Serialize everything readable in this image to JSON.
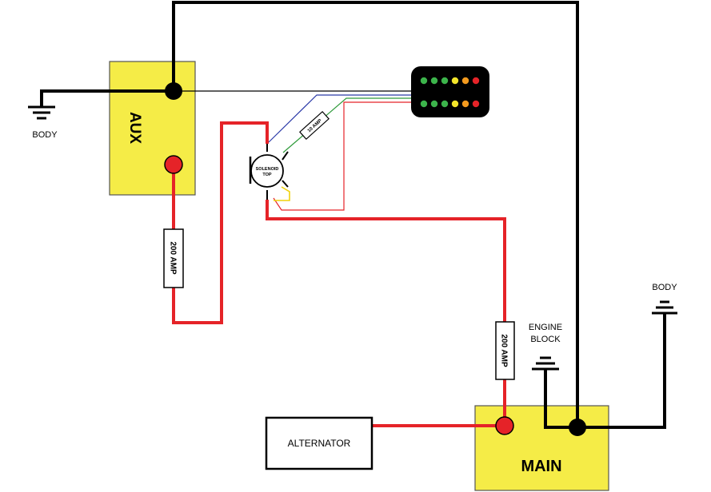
{
  "colors": {
    "battery_fill": "#f5ec47",
    "positive_wire": "#e52328",
    "ground_wire": "#000000",
    "signal_blue": "#2b3aa8",
    "signal_green": "#2e9a3a",
    "signal_yellow": "#f0d20a",
    "signal_red": "#e52328",
    "led_green": "#3cb44b",
    "led_yellow": "#f3e52a",
    "led_orange": "#f39a1e",
    "led_red": "#e52328"
  },
  "aux_battery": {
    "label": "AUX"
  },
  "main_battery": {
    "label": "MAIN"
  },
  "alternator": {
    "label": "ALTERNATOR"
  },
  "fuse_aux": {
    "label": "200 AMP"
  },
  "fuse_main": {
    "label": "200 AMP"
  },
  "inline_fuse": {
    "label": "10 AMP"
  },
  "solenoid": {
    "line1": "SOLENOID",
    "line2": "TOP"
  },
  "ground_body_left": {
    "label": "BODY"
  },
  "ground_body_right": {
    "label": "BODY"
  },
  "ground_engine": {
    "line1": "ENGINE",
    "line2": "BLOCK"
  },
  "indicator": {
    "top_row": [
      "led-green",
      "led-green",
      "led-green",
      "led-yellow",
      "led-orange",
      "led-red"
    ],
    "bottom_row": [
      "led-green",
      "led-green",
      "led-green",
      "led-yellow",
      "led-orange",
      "led-red"
    ]
  }
}
